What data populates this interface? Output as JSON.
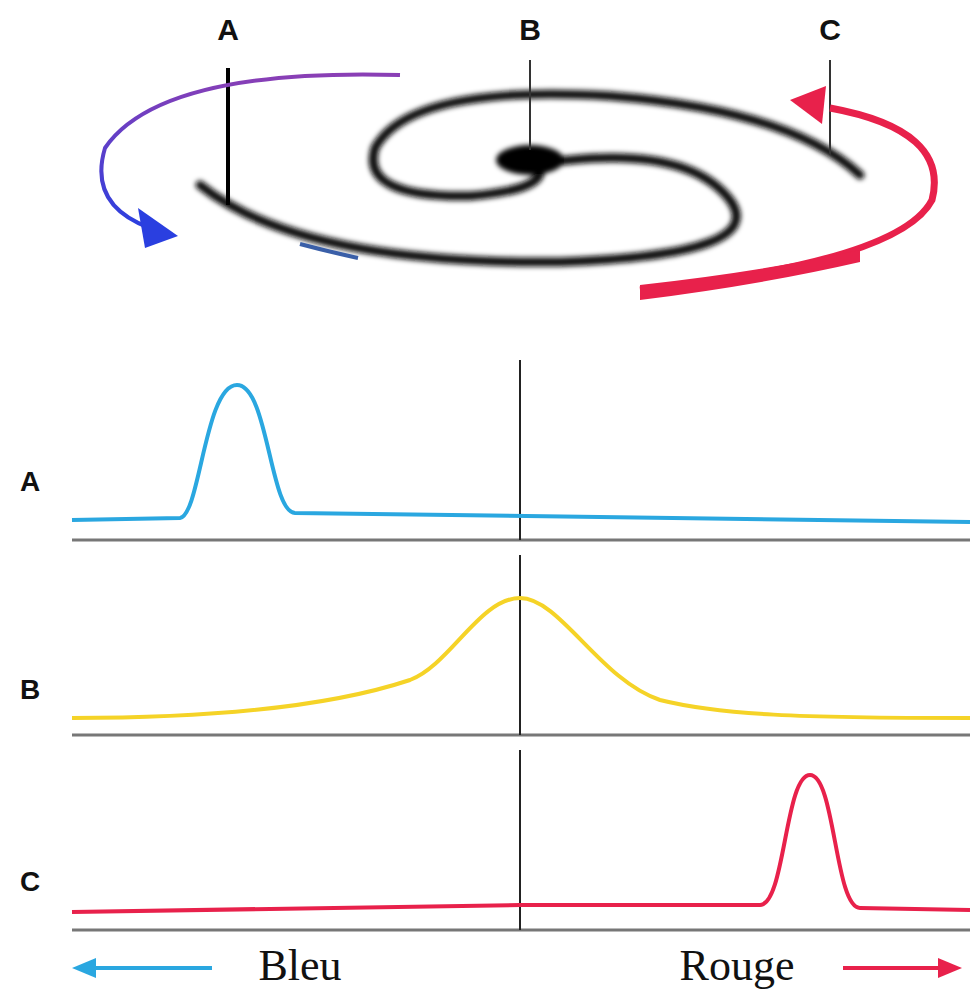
{
  "diagram": {
    "labels": [
      "A",
      "B",
      "C",
      "A",
      "B",
      "C",
      "Bleu",
      "Rouge"
    ]
  }
}
